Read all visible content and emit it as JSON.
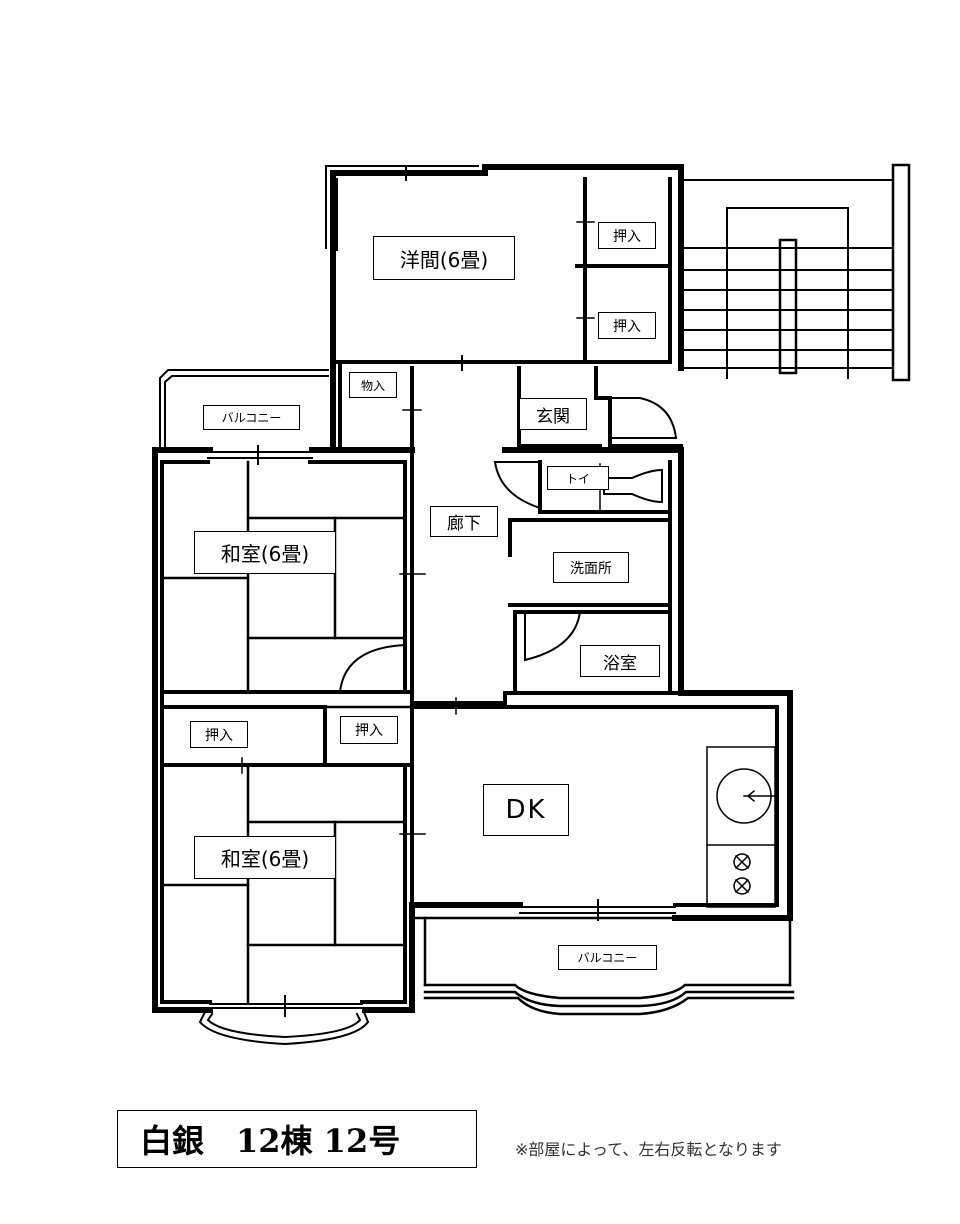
{
  "rooms": {
    "western_room": "洋間(6畳)",
    "closet_top_1": "押入",
    "closet_top_2": "押入",
    "storage": "物入",
    "entrance": "玄関",
    "balcony_left": "バルコニー",
    "toilet": "トイ",
    "hallway": "廊下",
    "washroom": "洗面所",
    "bathroom": "浴室",
    "japanese_room_1": "和室(6畳)",
    "closet_mid_left": "押入",
    "closet_mid_right": "押入",
    "japanese_room_2": "和室(6畳)",
    "dk": "DK",
    "balcony_bottom": "バルコニー"
  },
  "title": "白銀　12棟 12号",
  "note": "※部屋によって、左右反転となります",
  "colors": {
    "line": "#000000",
    "background": "#ffffff"
  }
}
